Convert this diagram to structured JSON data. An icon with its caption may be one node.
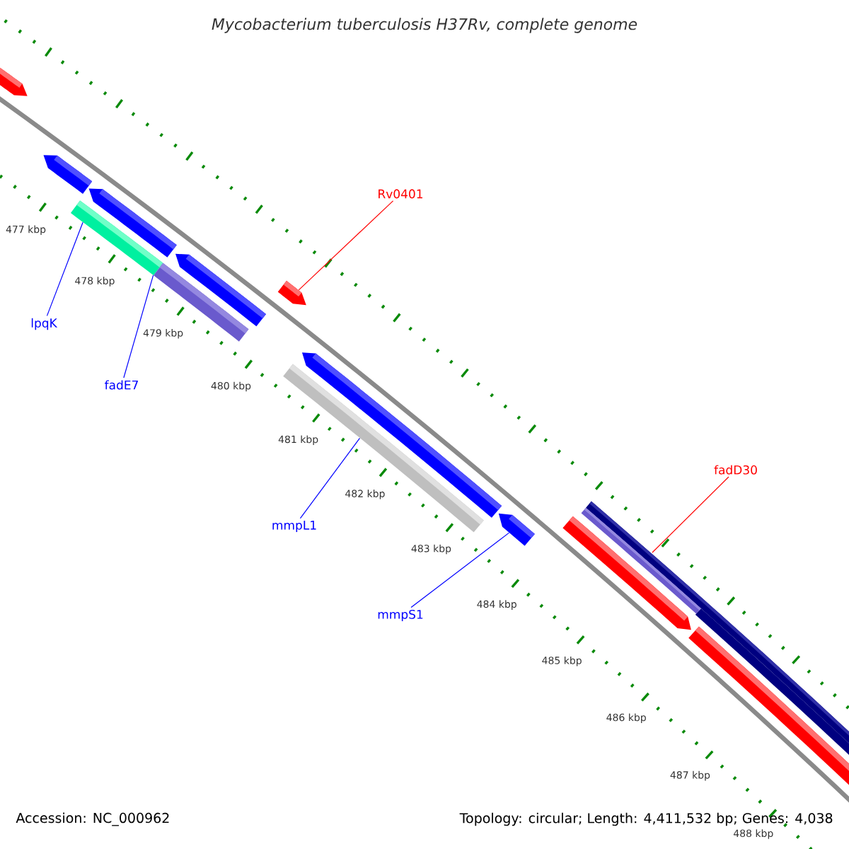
{
  "diagram": {
    "title": "Mycobacterium tuberculosis H37Rv, complete genome",
    "nodes": [
      {
        "text": [
          "Rv0401"
        ]
      },
      {
        "text": [
          "lpqK"
        ]
      },
      {
        "text": [
          "fadE7"
        ]
      },
      {
        "text": [
          "mmpL1"
        ]
      },
      {
        "text": [
          "mmpS1"
        ]
      },
      {
        "text": [
          "fadD30"
        ]
      },
      {
        "text": [],
        "shape": "bar"
      },
      {
        "text": [],
        "shape": "bar"
      },
      {
        "text": [],
        "shape": "bar"
      },
      {
        "text": [],
        "shape": "bar"
      },
      {
        "text": [],
        "shape": "bar"
      },
      {
        "text": [],
        "shape": "bar"
      },
      {
        "text": [],
        "shape": "bar"
      },
      {
        "text": [],
        "shape": "bar"
      },
      {
        "text": [],
        "shape": "bar"
      },
      {
        "text": [],
        "shape": "bar"
      },
      {
        "text": [],
        "shape": "bar"
      },
      {
        "text": [],
        "shape": "bar"
      },
      {
        "text": [],
        "shape": "bar"
      },
      {
        "text": [],
        "shape": "bar",
        "in": 11
      }
    ],
    "edges": [
      {
        "from": 0,
        "to": 6,
        "arrow": "none",
        "color": "#ff0000"
      },
      {
        "from": 1,
        "to": 7,
        "arrow": "none"
      },
      {
        "from": 2,
        "to": 8,
        "arrow": "none"
      },
      {
        "from": 3,
        "to": 9,
        "arrow": "none"
      },
      {
        "from": 4,
        "to": 10,
        "arrow": "none"
      },
      {
        "from": 5,
        "to": 11,
        "arrow": "none",
        "color": "#ff0000"
      }
    ],
    "labels": [
      "477 kbp",
      "478 kbp",
      "479 kbp",
      "480 kbp",
      "481 kbp",
      "482 kbp",
      "483 kbp",
      "484 kbp",
      "485 kbp",
      "486 kbp",
      "487 kbp",
      "488 kbp",
      "Accession: NC_000962",
      "Topology: circular; Length: 4,411,532 bp; Genes: 4,038"
    ]
  }
}
